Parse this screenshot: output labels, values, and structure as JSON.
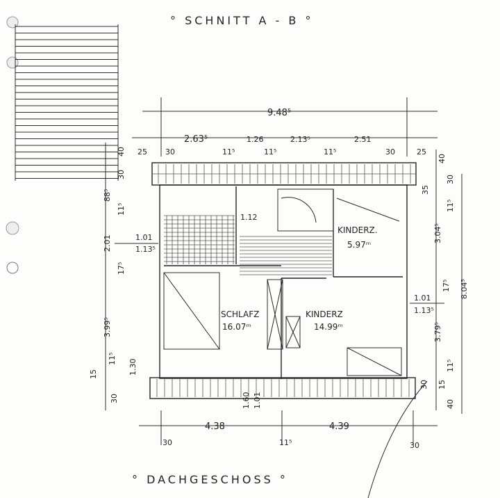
{
  "header": {
    "title": "° SCHNITT    A - B °"
  },
  "footer": {
    "title": "° DACHGESCHOSS °"
  },
  "rooms": {
    "kinderz_top": {
      "name": "KINDERZ.",
      "area": "5.97ᵐ"
    },
    "schlafz": {
      "name": "SCHLAFZ",
      "area": "16.07ᵐ"
    },
    "kinderz": {
      "name": "KINDERZ",
      "area": "14.99ᵐ"
    },
    "bad_dim": "1.12"
  },
  "dims": {
    "top": {
      "total": "9.48⁵",
      "chain": [
        "2.63⁵",
        "1.26",
        "2.13⁵",
        "2.51"
      ],
      "small": [
        "25",
        "30",
        "11⁵",
        "11⁵",
        "11⁵",
        "30",
        "25"
      ]
    },
    "left": {
      "chain": [
        "88⁵",
        "2.01",
        "3.99⁵",
        "30"
      ],
      "small": [
        "40",
        "30",
        "11⁵",
        "17⁵",
        "11⁵",
        "15"
      ],
      "window_h": "1.30",
      "window_a": "1.01",
      "window_b": "1.13⁵"
    },
    "right": {
      "total": "8.04⁵",
      "chain": [
        "40",
        "30",
        "3.04⁵",
        "17⁵",
        "3.79⁵",
        "40"
      ],
      "small": [
        "35",
        "11⁵",
        "11⁵",
        "30",
        "15"
      ],
      "window_a": "1.01",
      "window_b": "1.13⁵"
    },
    "bottom": {
      "chain": [
        "4.38",
        "4.39"
      ],
      "small": [
        "30",
        "11⁵",
        "30"
      ],
      "door_a": "1.60",
      "door_b": "1.01"
    }
  }
}
